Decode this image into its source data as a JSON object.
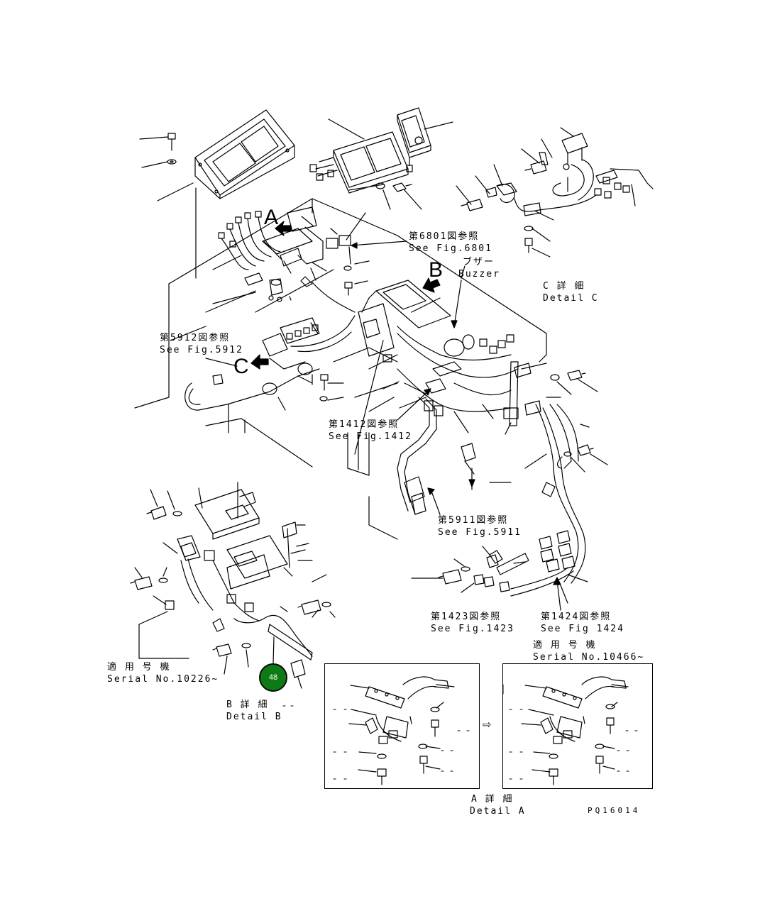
{
  "diagram": {
    "drawing_code": "PQ16014",
    "callout_marker": {
      "label": "48",
      "color": "#0e7a14"
    },
    "detail_letters": {
      "a": "A",
      "b": "B",
      "c": "C"
    },
    "references": {
      "fig6801": {
        "jp": "第6801図参照",
        "en": "See Fig.6801"
      },
      "fig5912": {
        "jp": "第5912図参照",
        "en": "See Fig.5912"
      },
      "fig1412": {
        "jp": "第1412図参照",
        "en": "See Fig.1412"
      },
      "fig5911": {
        "jp": "第5911図参照",
        "en": "See Fig.5911"
      },
      "fig1423": {
        "jp": "第1423図参照",
        "en": "See Fig.1423"
      },
      "fig1424": {
        "jp": "第1424図参照",
        "en": "See Fig 1424"
      }
    },
    "buzzer": {
      "jp": "ブザー",
      "en": "Buzzer"
    },
    "details": {
      "c": {
        "jp": "C 詳 細",
        "en": "Detail C"
      },
      "b": {
        "jp": "B 詳 細",
        "en": "Detail B"
      },
      "a": {
        "jp": "A 詳 細",
        "en": "Detail A"
      }
    },
    "serials": {
      "left": {
        "jp": "適 用 号 機",
        "en": "Serial No.10226~"
      },
      "right": {
        "jp": "適 用 号 機",
        "en": "Serial No.10466~"
      }
    },
    "arrow_glyph": "⇨"
  }
}
